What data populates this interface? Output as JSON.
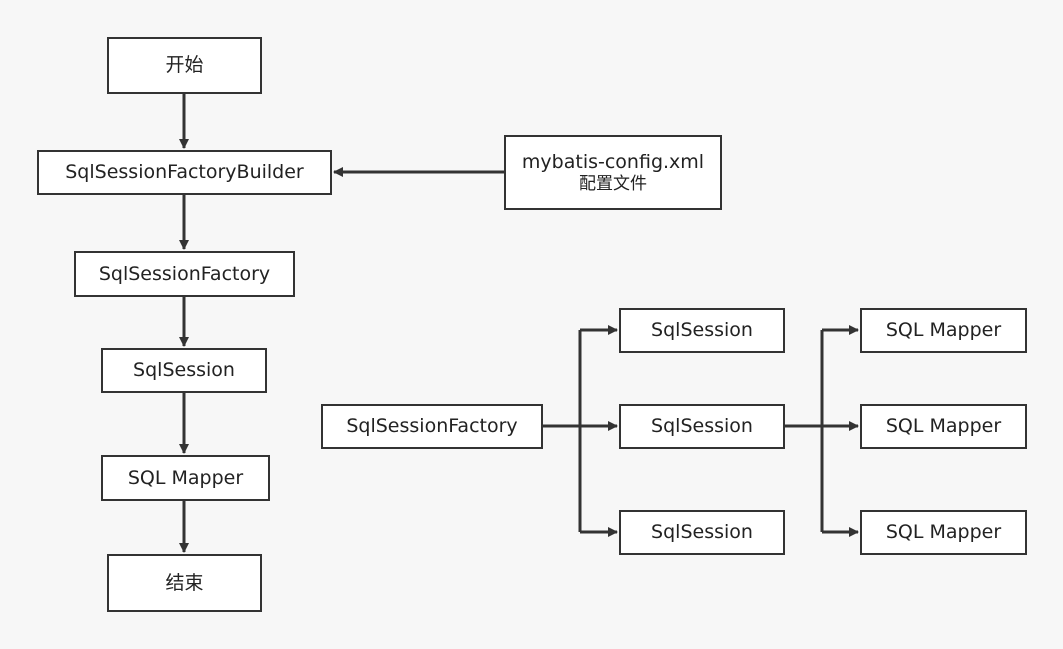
{
  "flow_left": {
    "start": "开始",
    "builder": "SqlSessionFactoryBuilder",
    "config_line1": "mybatis-config.xml",
    "config_line2": "配置文件",
    "factory": "SqlSessionFactory",
    "session": "SqlSession",
    "mapper": "SQL Mapper",
    "end": "结束"
  },
  "flow_right": {
    "factory": "SqlSessionFactory",
    "sessions": [
      "SqlSession",
      "SqlSession",
      "SqlSession"
    ],
    "mappers": [
      "SQL Mapper",
      "SQL Mapper",
      "SQL Mapper"
    ]
  },
  "colors": {
    "background": "#f7f7f7",
    "node_fill": "#ffffff",
    "stroke": "#333333",
    "text": "#222222"
  }
}
